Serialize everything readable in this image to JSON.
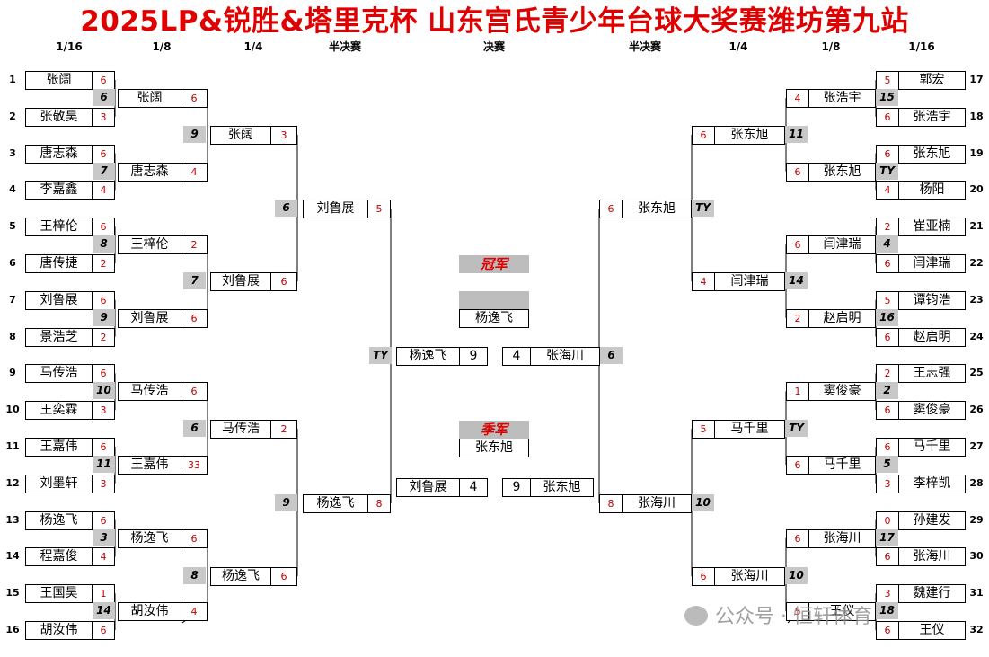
{
  "title": "2025LP&锐胜&塔里克杯  山东宫氏青少年台球大奖赛潍坊第九站",
  "round_headers": [
    "1/16",
    "1/8",
    "1/4",
    "半决赛",
    "决赛",
    "半决赛",
    "1/4",
    "1/8",
    "1/16"
  ],
  "center": {
    "champion_label": "冠军",
    "champion": "杨逸飞",
    "third_label": "季军",
    "third": "张东旭",
    "final_left": {
      "name": "杨逸飞",
      "score": "9",
      "tag": "TY"
    },
    "final_right": {
      "name": "张海川",
      "score": "4",
      "tag": "6"
    },
    "third_left": {
      "name": "刘鲁展",
      "score": "4"
    },
    "third_right": {
      "name": "张东旭",
      "score": "9"
    }
  },
  "left": {
    "r16": [
      {
        "seed": "1",
        "name": "张阔",
        "score": "6"
      },
      {
        "seed": "2",
        "name": "张敬昊",
        "score": "3"
      },
      {
        "seed": "3",
        "name": "唐志森",
        "score": "6"
      },
      {
        "seed": "4",
        "name": "李嘉鑫",
        "score": "4"
      },
      {
        "seed": "5",
        "name": "王梓伦",
        "score": "6"
      },
      {
        "seed": "6",
        "name": "唐传捷",
        "score": "2"
      },
      {
        "seed": "7",
        "name": "刘鲁展",
        "score": "6"
      },
      {
        "seed": "8",
        "name": "景浩芝",
        "score": "2"
      },
      {
        "seed": "9",
        "name": "马传浩",
        "score": "6"
      },
      {
        "seed": "10",
        "name": "王奕霖",
        "score": "3"
      },
      {
        "seed": "11",
        "name": "王嘉伟",
        "score": "6"
      },
      {
        "seed": "12",
        "name": "刘墨轩",
        "score": "3"
      },
      {
        "seed": "13",
        "name": "杨逸飞",
        "score": "6"
      },
      {
        "seed": "14",
        "name": "程嘉俊",
        "score": "4"
      },
      {
        "seed": "15",
        "name": "王国昊",
        "score": "1"
      },
      {
        "seed": "16",
        "name": "胡汝伟",
        "score": "6"
      }
    ],
    "r8": [
      {
        "tag": "6",
        "name": "张阔",
        "score": "6"
      },
      {
        "tag": "7",
        "name": "唐志森",
        "score": "4"
      },
      {
        "tag": "8",
        "name": "王梓伦",
        "score": "2"
      },
      {
        "tag": "9",
        "name": "刘鲁展",
        "score": "6"
      },
      {
        "tag": "10",
        "name": "马传浩",
        "score": "6"
      },
      {
        "tag": "11",
        "name": "王嘉伟",
        "score": "33"
      },
      {
        "tag": "3",
        "name": "杨逸飞",
        "score": "6"
      },
      {
        "tag": "14",
        "name": "胡汝伟",
        "score": "4"
      }
    ],
    "r4": [
      {
        "tag": "9",
        "name": "张阔",
        "score": "3"
      },
      {
        "tag": "7",
        "name": "刘鲁展",
        "score": "6"
      },
      {
        "tag": "6",
        "name": "马传浩",
        "score": "2"
      },
      {
        "tag": "8",
        "name": "杨逸飞",
        "score": "6"
      }
    ],
    "sf": [
      {
        "tag": "6",
        "name": "刘鲁展",
        "score": "5"
      },
      {
        "tag": "9",
        "name": "杨逸飞",
        "score": "8"
      }
    ]
  },
  "right": {
    "r16": [
      {
        "seed": "17",
        "name": "郭宏",
        "score": "5"
      },
      {
        "seed": "18",
        "name": "张浩宇",
        "score": "6"
      },
      {
        "seed": "19",
        "name": "张东旭",
        "score": "6"
      },
      {
        "seed": "20",
        "name": "杨阳",
        "score": "4"
      },
      {
        "seed": "21",
        "name": "崔亚楠",
        "score": "2"
      },
      {
        "seed": "22",
        "name": "闫津瑞",
        "score": "6"
      },
      {
        "seed": "23",
        "name": "谭钧浩",
        "score": "5"
      },
      {
        "seed": "24",
        "name": "赵启明",
        "score": "6"
      },
      {
        "seed": "25",
        "name": "王志强",
        "score": "2"
      },
      {
        "seed": "26",
        "name": "窦俊豪",
        "score": "6"
      },
      {
        "seed": "27",
        "name": "马千里",
        "score": "6"
      },
      {
        "seed": "28",
        "name": "李梓凯",
        "score": "3"
      },
      {
        "seed": "29",
        "name": "孙建发",
        "score": "0"
      },
      {
        "seed": "30",
        "name": "张海川",
        "score": "6"
      },
      {
        "seed": "31",
        "name": "魏建行",
        "score": "3"
      },
      {
        "seed": "32",
        "name": "王仪",
        "score": "6"
      }
    ],
    "r8": [
      {
        "tag": "15",
        "name": "张浩宇",
        "score": "4"
      },
      {
        "tag": "TY",
        "name": "张东旭",
        "score": "6"
      },
      {
        "tag": "4",
        "name": "闫津瑞",
        "score": "6"
      },
      {
        "tag": "16",
        "name": "赵启明",
        "score": "2"
      },
      {
        "tag": "2",
        "name": "窦俊豪",
        "score": "1"
      },
      {
        "tag": "5",
        "name": "马千里",
        "score": "6"
      },
      {
        "tag": "17",
        "name": "张海川",
        "score": "6"
      },
      {
        "tag": "18",
        "name": "王仪",
        "score": "5"
      }
    ],
    "r4": [
      {
        "tag": "11",
        "name": "张东旭",
        "score": "6"
      },
      {
        "tag": "14",
        "name": "闫津瑞",
        "score": "4"
      },
      {
        "tag": "TY",
        "name": "马千里",
        "score": "5"
      },
      {
        "tag": "10",
        "name": "张海川",
        "score": "6"
      }
    ],
    "sf": [
      {
        "tag": "TY",
        "name": "张东旭",
        "score": "6"
      },
      {
        "tag": "10",
        "name": "张海川",
        "score": "8"
      }
    ]
  },
  "watermark": "公众号 · 恒轩体育"
}
